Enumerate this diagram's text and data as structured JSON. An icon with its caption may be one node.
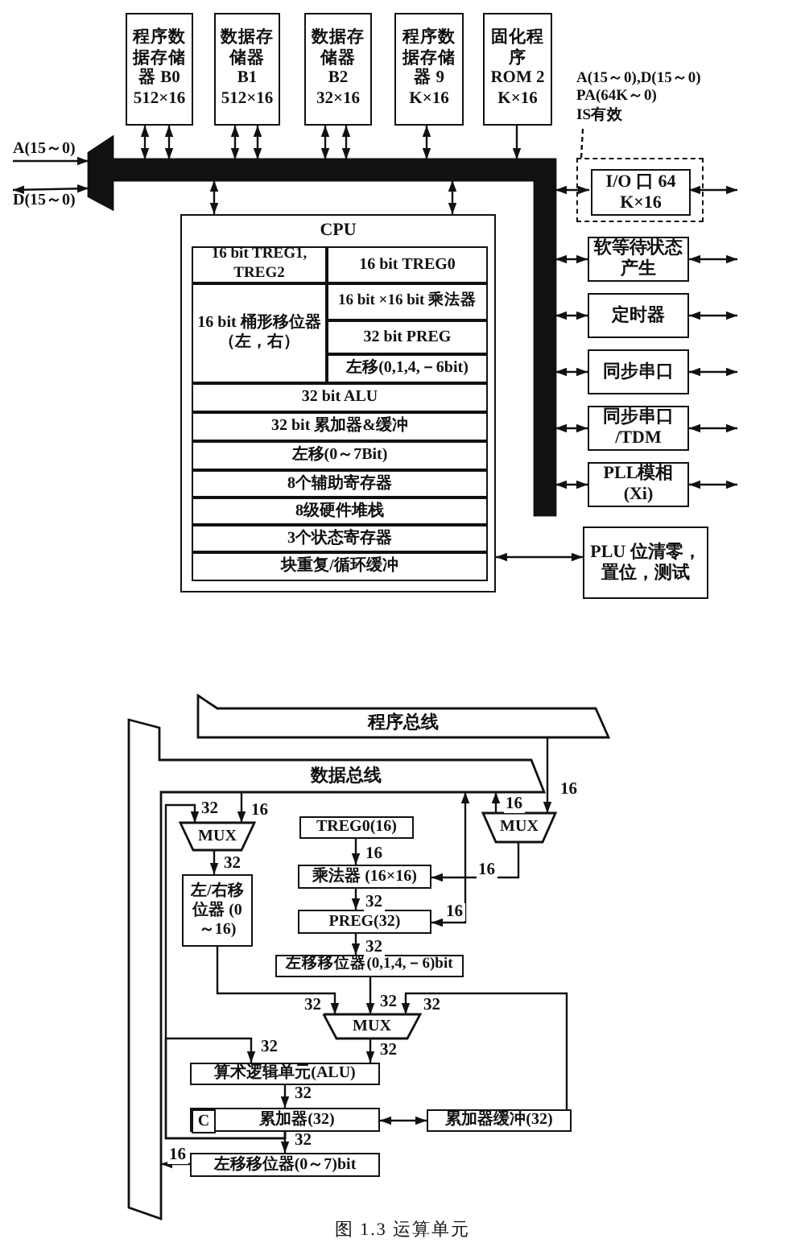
{
  "diagram": {
    "caption": "图 1.3 运算单元",
    "nodes": [
      {
        "text": [
          "程序数据存储器 B0 512×16"
        ]
      },
      {
        "text": [
          "数据存储器 B1 512×16"
        ]
      },
      {
        "text": [
          "数据存储器 B2 32×16"
        ]
      },
      {
        "text": [
          "程序数据存储器 9 K×16"
        ]
      },
      {
        "text": [
          "固化程序 ROM 2 K×16"
        ]
      },
      {
        "text": [],
        "shape": "bar"
      },
      {
        "text": [],
        "shape": "box"
      },
      {
        "text": [
          "I/O 口 64 K×16"
        ],
        "in": 6
      },
      {
        "text": [
          "软等待状态产生"
        ]
      },
      {
        "text": [
          "定时器"
        ]
      },
      {
        "text": [
          "同步串口"
        ]
      },
      {
        "text": [
          "同步串口 /TDM"
        ]
      },
      {
        "text": [
          "PLL模相 (Xi)"
        ]
      },
      {
        "text": [
          "PLU",
          "位清零，置位，测试"
        ]
      },
      {
        "text": [
          "CPU"
        ]
      },
      {
        "text": [
          "16 bit TREG1, TREG2"
        ],
        "in": 14
      },
      {
        "text": [
          "16 bit TREG0"
        ],
        "in": 14
      },
      {
        "text": [
          "16 bit 桶形移位器（左，右）"
        ],
        "in": 14
      },
      {
        "text": [
          "16 bit ×16 bit 乘法器"
        ],
        "in": 14
      },
      {
        "text": [
          "32 bit PREG"
        ],
        "in": 14
      },
      {
        "text": [
          "左移(0,1,4,－6bit)"
        ],
        "in": 14
      },
      {
        "text": [
          "32 bit ALU"
        ],
        "in": 14
      },
      {
        "text": [
          "32 bit 累加器&缓冲"
        ],
        "in": 14
      },
      {
        "text": [
          "左移(0～7Bit)"
        ],
        "in": 14
      },
      {
        "text": [
          "8个辅助寄存器"
        ],
        "in": 14
      },
      {
        "text": [
          "8级硬件堆栈"
        ],
        "in": 14
      },
      {
        "text": [
          "3个状态寄存器"
        ],
        "in": 14
      },
      {
        "text": [
          "块重复/循环缓冲"
        ],
        "in": 14
      },
      {
        "text": [
          "A(15～0)"
        ]
      },
      {
        "text": [
          "D(15～0)"
        ]
      },
      {
        "text": [
          "A(15～0),D(15～0)",
          "PA(64K～0)",
          "IS有效"
        ]
      },
      {
        "text": [
          "程序总线"
        ]
      },
      {
        "text": [
          "数据总线"
        ]
      },
      {
        "text": [
          "MUX"
        ]
      },
      {
        "text": [
          "MUX"
        ]
      },
      {
        "text": [
          "TREG0(16)"
        ]
      },
      {
        "text": [
          "乘法器 (16×16)"
        ]
      },
      {
        "text": [
          "PREG(32)"
        ]
      },
      {
        "text": [
          "左/右移位器 (0～16)"
        ]
      },
      {
        "text": [
          "左移移位器(0,1,4,－6)bit"
        ]
      },
      {
        "text": [
          "MUX"
        ]
      },
      {
        "text": [
          "算术逻辑单元(ALU)"
        ]
      },
      {
        "text": [
          "累加器(32)"
        ]
      },
      {
        "text": [
          "C"
        ],
        "in": 42
      },
      {
        "text": [
          "累加器缓冲(32)"
        ]
      },
      {
        "text": [
          "左移移位器(0～7)bit"
        ]
      }
    ],
    "edges": [
      {
        "from": 0,
        "to": 5,
        "arrow": "both"
      },
      {
        "from": 0,
        "to": 5,
        "arrow": "both"
      },
      {
        "from": 1,
        "to": 5,
        "arrow": "both"
      },
      {
        "from": 1,
        "to": 5,
        "arrow": "both"
      },
      {
        "from": 2,
        "to": 5,
        "arrow": "both"
      },
      {
        "from": 2,
        "to": 5,
        "arrow": "both"
      },
      {
        "from": 3,
        "to": 5,
        "arrow": "both"
      },
      {
        "from": 4,
        "to": 5,
        "arrow": "to"
      },
      {
        "from": 28,
        "to": 5,
        "arrow": "to"
      },
      {
        "from": 29,
        "to": 5,
        "arrow": "both"
      },
      {
        "from": 5,
        "to": 14,
        "arrow": "both"
      },
      {
        "from": 5,
        "to": 14,
        "arrow": "both"
      },
      {
        "from": 30,
        "to": 6,
        "arrow": "none",
        "style": "dashed"
      },
      {
        "from": 7,
        "to": 5,
        "arrow": "both"
      },
      {
        "from": 7,
        "to": null,
        "arrow": "both"
      },
      {
        "from": 8,
        "to": 5,
        "arrow": "both"
      },
      {
        "from": 9,
        "to": 5,
        "arrow": "both"
      },
      {
        "from": 10,
        "to": 5,
        "arrow": "both"
      },
      {
        "from": 11,
        "to": 5,
        "arrow": "both"
      },
      {
        "from": 12,
        "to": 5,
        "arrow": "both"
      },
      {
        "from": 8,
        "to": null,
        "arrow": "both"
      },
      {
        "from": 9,
        "to": null,
        "arrow": "both"
      },
      {
        "from": 10,
        "to": null,
        "arrow": "both"
      },
      {
        "from": 11,
        "to": null,
        "arrow": "both"
      },
      {
        "from": 12,
        "to": null,
        "arrow": "both"
      },
      {
        "from": 13,
        "to": 14,
        "arrow": "both"
      },
      {
        "from": 31,
        "to": 34,
        "arrow": "to",
        "label": "16"
      },
      {
        "from": 32,
        "to": 33,
        "arrow": "to",
        "label": "16"
      },
      {
        "from": 42,
        "to": 33,
        "arrow": "to",
        "label": "32"
      },
      {
        "from": 33,
        "to": 38,
        "arrow": "to",
        "label": "32"
      },
      {
        "from": 38,
        "to": 40,
        "arrow": "to",
        "label": "32"
      },
      {
        "from": 35,
        "to": 36,
        "arrow": "to",
        "label": "16"
      },
      {
        "from": 34,
        "to": 36,
        "arrow": "to",
        "label": "16"
      },
      {
        "from": 36,
        "to": 37,
        "arrow": "to",
        "label": "32"
      },
      {
        "from": 37,
        "to": 32,
        "arrow": "both",
        "label": "16"
      },
      {
        "from": 34,
        "to": 32,
        "arrow": "to",
        "label": "16"
      },
      {
        "from": 37,
        "to": 39,
        "arrow": "to",
        "label": "32"
      },
      {
        "from": 39,
        "to": 40,
        "arrow": "to",
        "label": "32"
      },
      {
        "from": 44,
        "to": 40,
        "arrow": "to",
        "label": "32"
      },
      {
        "from": 40,
        "to": 41,
        "arrow": "to",
        "label": "32"
      },
      {
        "from": 41,
        "to": 42,
        "arrow": "to",
        "label": "32"
      },
      {
        "from": 42,
        "to": 44,
        "arrow": "both"
      },
      {
        "from": 42,
        "to": 45,
        "arrow": "to",
        "label": "32"
      },
      {
        "from": 42,
        "to": 41,
        "arrow": "to",
        "label": "32"
      },
      {
        "from": 45,
        "to": 32,
        "arrow": "to",
        "label": "16"
      }
    ]
  }
}
